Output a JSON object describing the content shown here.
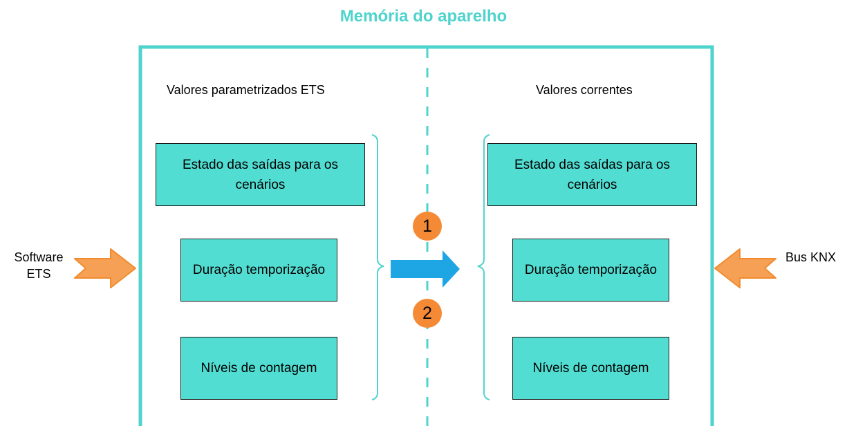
{
  "title": "Memória do aparelho",
  "left_panel": {
    "heading": "Valores parametrizados ETS",
    "boxes": [
      "Estado das saídas para os cenários",
      "Duração temporização",
      "Níveis de contagem"
    ]
  },
  "right_panel": {
    "heading": "Valores correntes",
    "boxes": [
      "Estado das saídas para os cenários",
      "Duração temporização",
      "Níveis de contagem"
    ]
  },
  "inputs": {
    "left_line1": "Software",
    "left_line2": "ETS",
    "right": "Bus KNX"
  },
  "steps": [
    "1",
    "2"
  ],
  "colors": {
    "teal": "#52ddd2",
    "frame": "#4fd3cd",
    "blue_arrow": "#1ea5e4",
    "orange": "#f58a36"
  }
}
